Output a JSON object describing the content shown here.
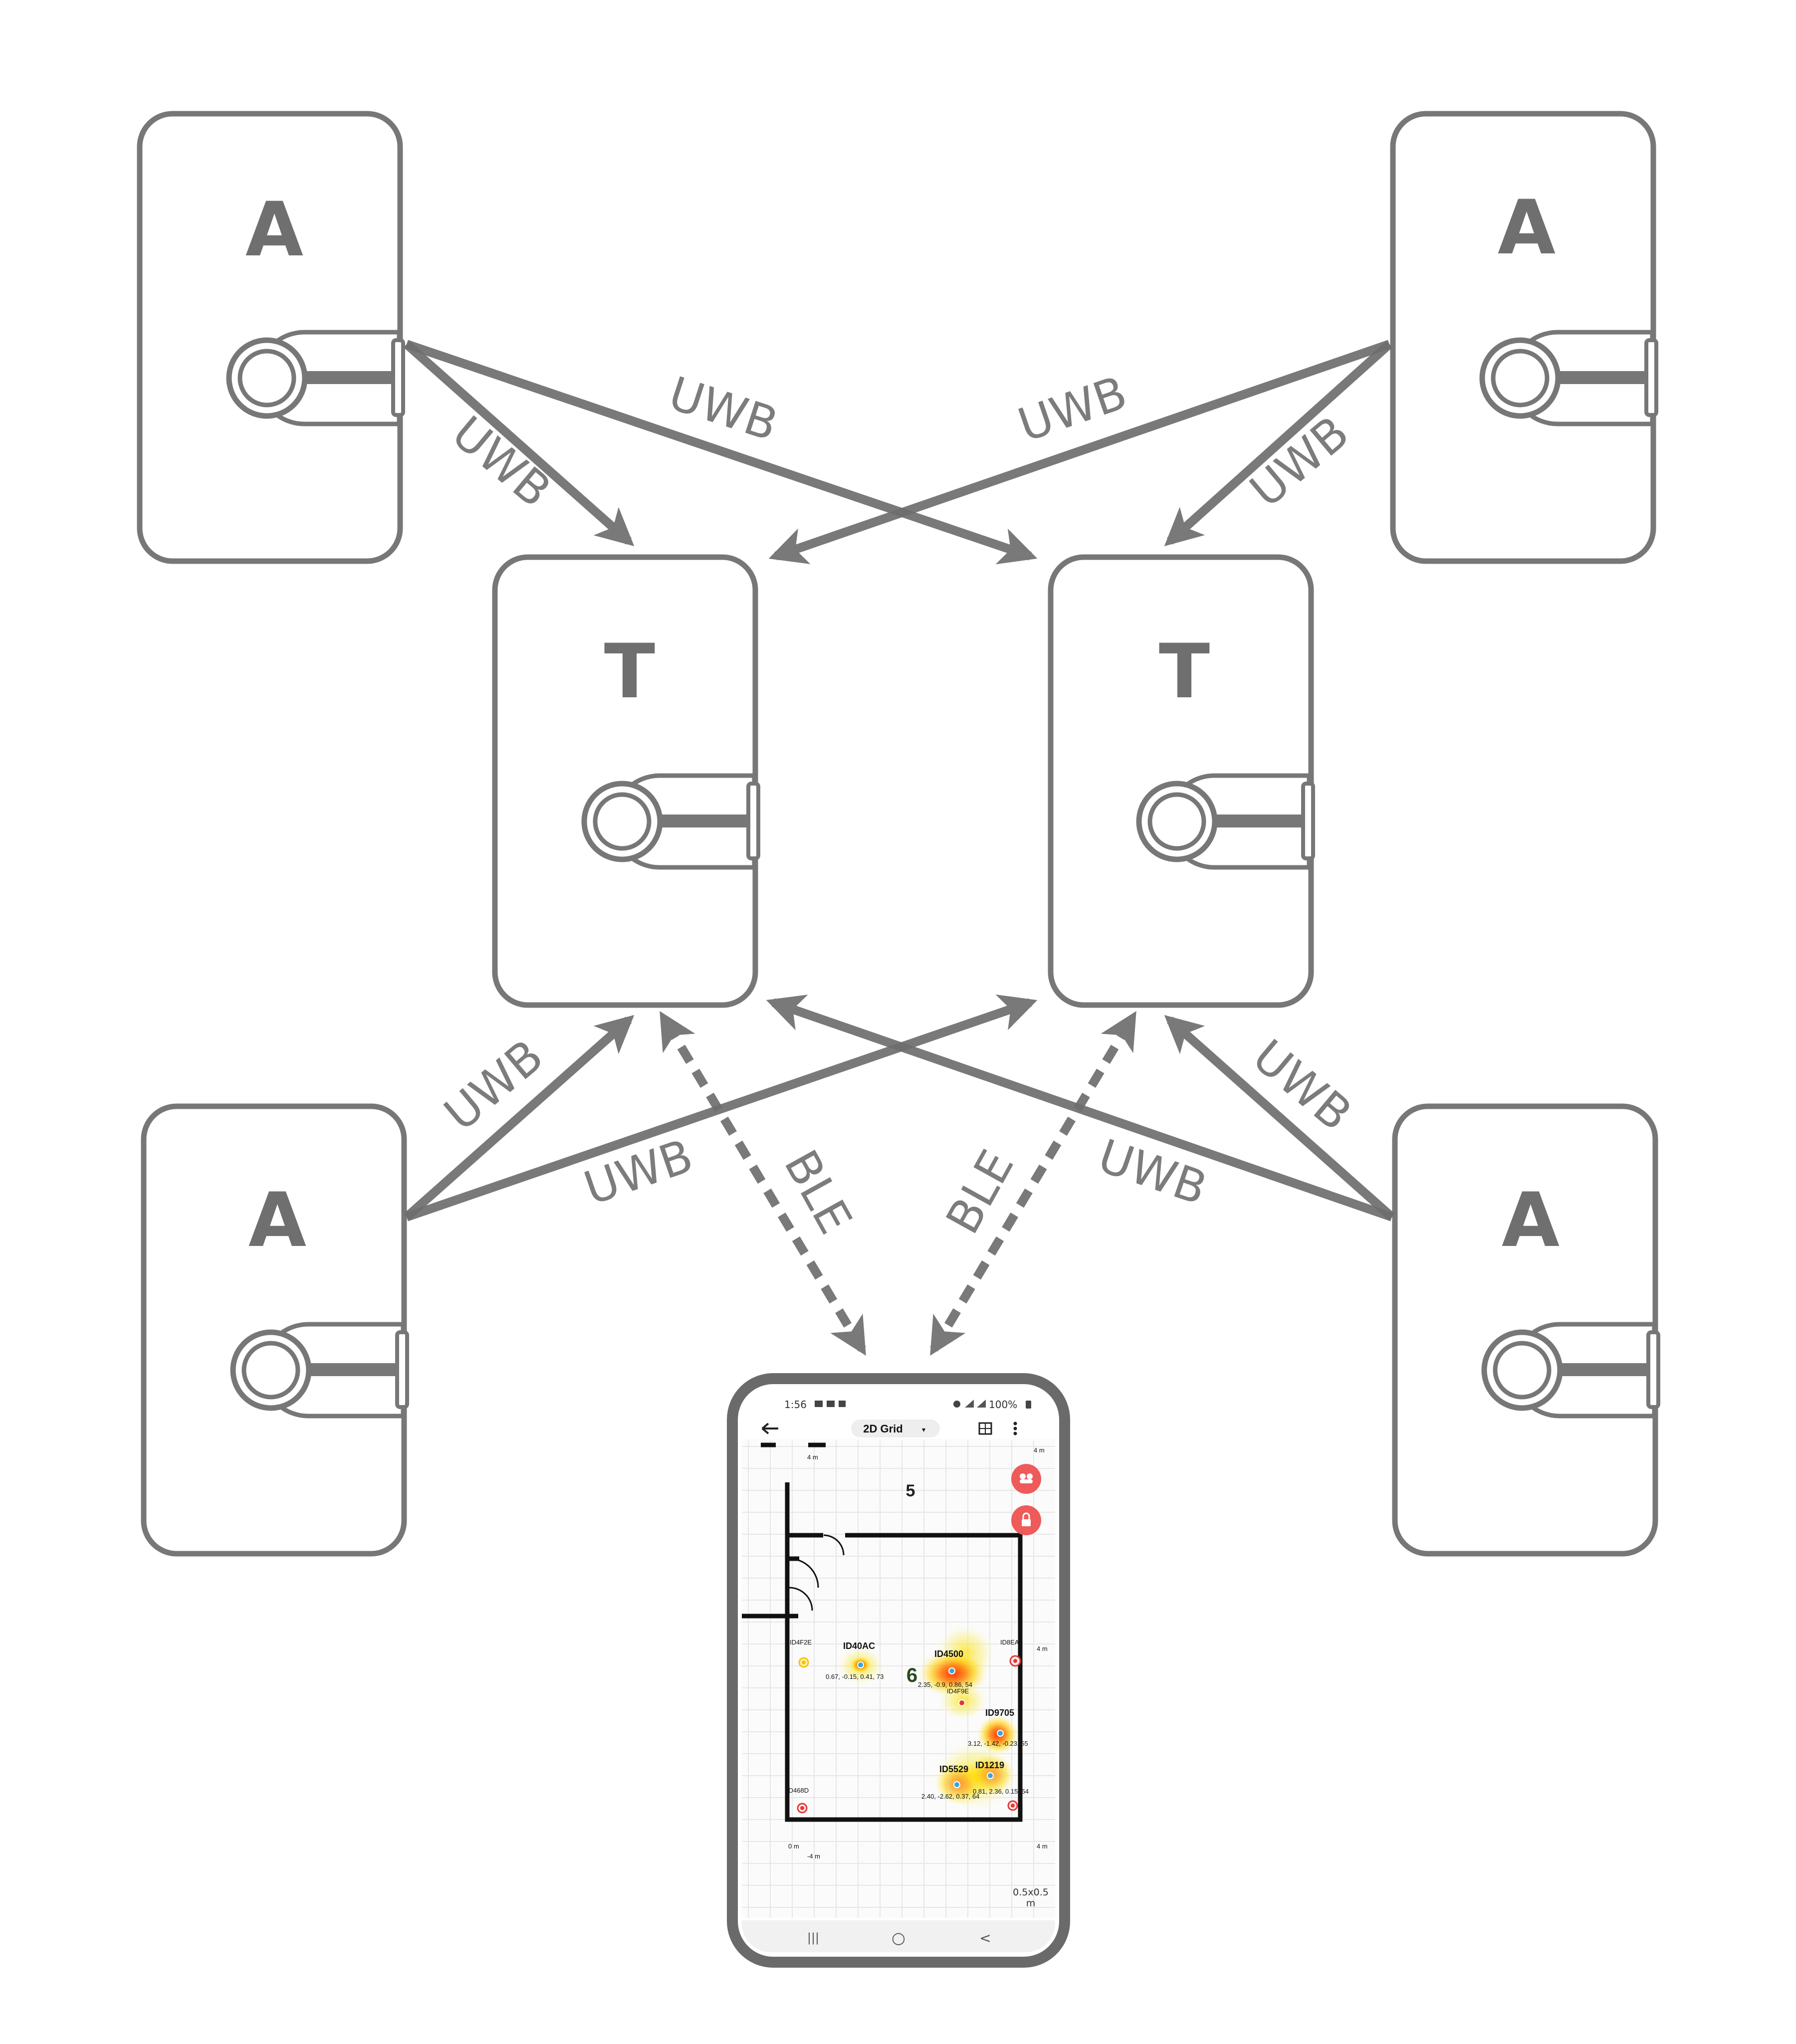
{
  "devices": {
    "anchor_top_left": {
      "letter": "A"
    },
    "anchor_top_right": {
      "letter": "A"
    },
    "anchor_bottom_left": {
      "letter": "A"
    },
    "anchor_bottom_right": {
      "letter": "A"
    },
    "tag_left": {
      "letter": "T"
    },
    "tag_right": {
      "letter": "T"
    }
  },
  "links": {
    "uwb": [
      "UWB",
      "UWB",
      "UWB",
      "UWB",
      "UWB",
      "UWB",
      "UWB",
      "UWB"
    ],
    "ble": [
      "BLE",
      "BLE"
    ]
  },
  "phone": {
    "status_time": "1:56",
    "status_battery": "100%",
    "view_selector": "2D Grid",
    "view_selector_caret": "▾",
    "back_icon": "arrow-left-icon",
    "room_labels": [
      "5",
      "6"
    ],
    "axis_labels": [
      "4 m",
      "4 m",
      "4 m",
      "0 m",
      "4 m",
      "-4 m"
    ],
    "anchors": [
      {
        "id": "ID4F2E",
        "color": "#f4c20d"
      },
      {
        "id": "ID8EA",
        "color": "#e53935"
      },
      {
        "id": "ID468D",
        "color": "#e53935"
      }
    ],
    "tags": [
      {
        "id": "ID40AC",
        "coords": "0.67, -0.15, 0.41, 73"
      },
      {
        "id": "ID4500",
        "coords": "2.35, -0.9, 0.86, 54"
      },
      {
        "id": "ID4F9E",
        "coords": ""
      },
      {
        "id": "ID9705",
        "coords": "3.12, -1.42, -0.23, 55"
      },
      {
        "id": "ID1219",
        "coords": "0.81, 2.36, 0.15, 54"
      },
      {
        "id": "ID5529",
        "coords": "2.40, -2.62, 0.37, 64"
      }
    ],
    "grid_scale": "0.5x0.5",
    "grid_scale_unit": "m",
    "nav": [
      "|||",
      "○",
      "<"
    ]
  },
  "colors": {
    "stroke": "#777777",
    "arrow": "#6e6e6e",
    "fab": "#ef5a5a",
    "heat_hot": "#ff3b00",
    "heat_warm": "#ffd400"
  }
}
